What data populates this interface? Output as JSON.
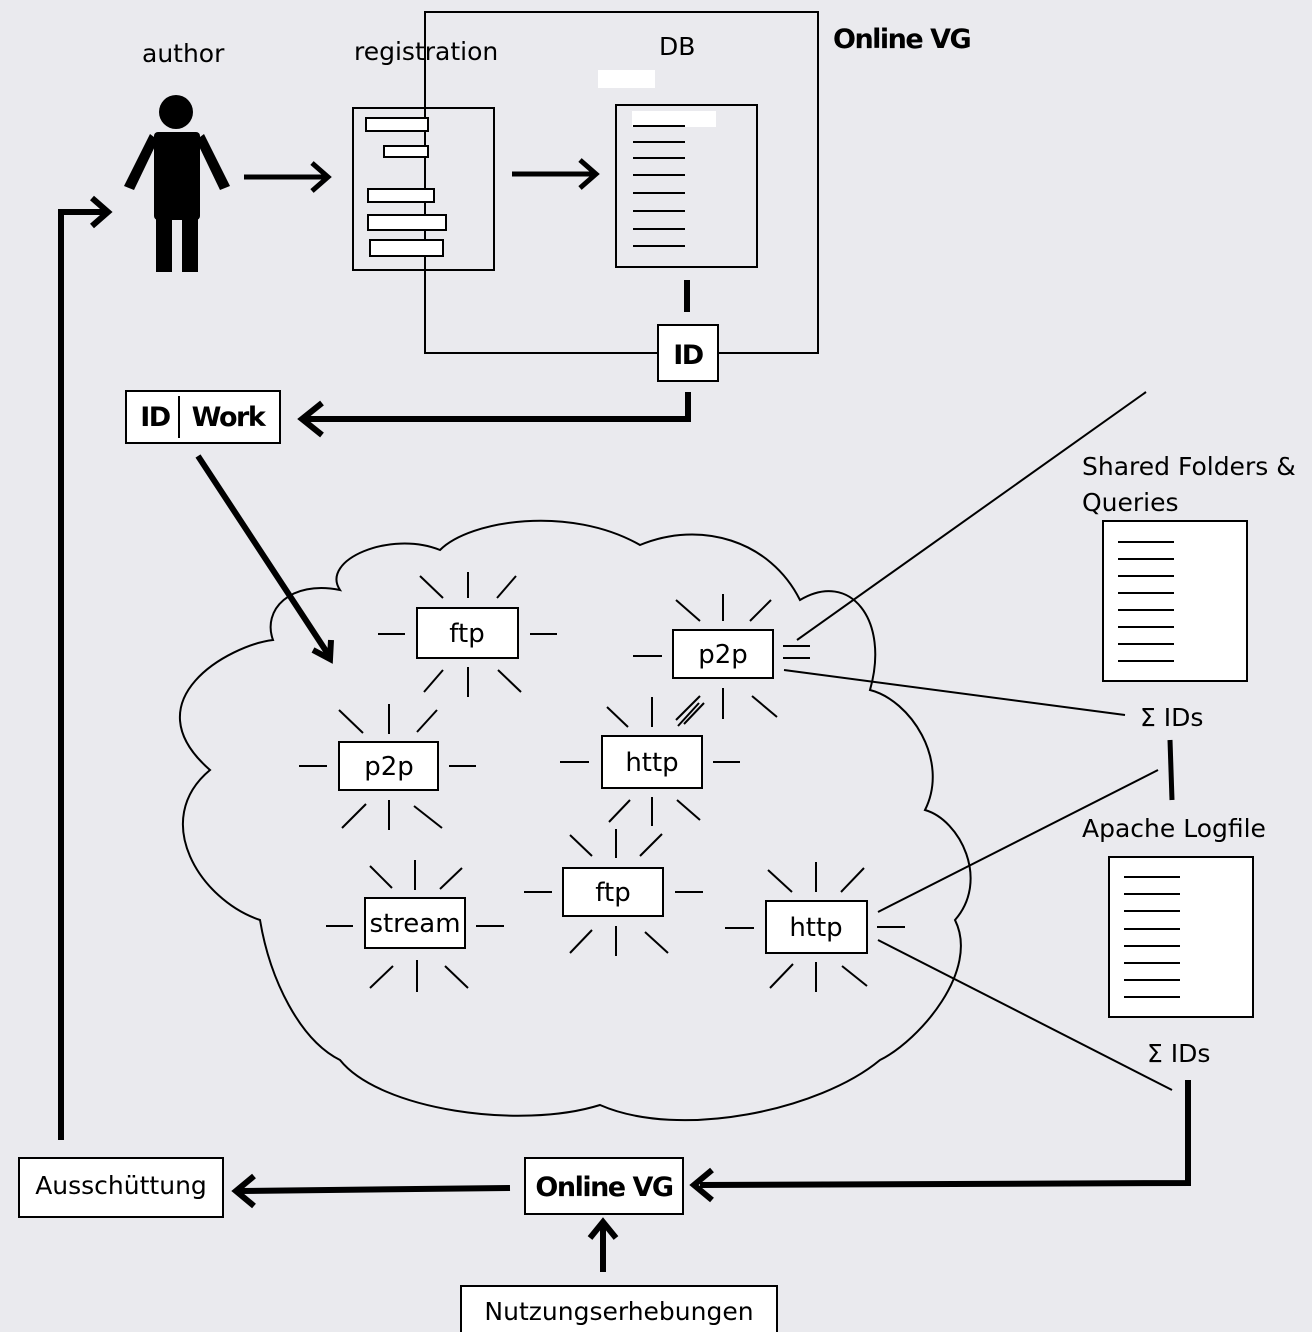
{
  "labels": {
    "author": "author",
    "registration": "registration",
    "db": "DB",
    "online_vg_top": "Online VG",
    "id_box": "ID",
    "id_work_id": "ID",
    "id_work_work": "Work",
    "shared_folders_line1": "Shared Folders &",
    "shared_folders_line2": "Queries",
    "sum_ids_1": "Σ IDs",
    "apache_logfile": "Apache Logfile",
    "sum_ids_2": "Σ IDs",
    "ausschuettung": "Ausschüttung",
    "online_vg_bottom": "Online VG",
    "nutzungserhebungen": "Nutzungserhebungen"
  },
  "network_nodes": [
    "ftp",
    "p2p",
    "p2p",
    "http",
    "stream",
    "ftp",
    "http"
  ],
  "icons": [
    "person-icon",
    "form-icon",
    "document-icon"
  ]
}
